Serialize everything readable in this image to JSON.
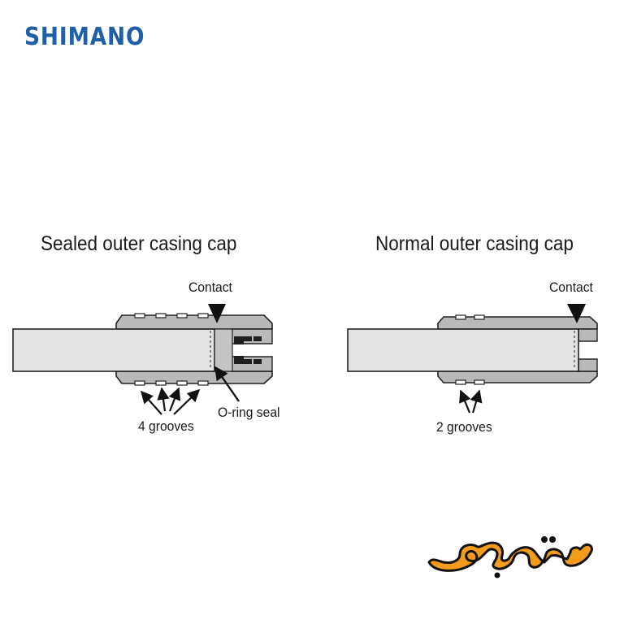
{
  "brand": {
    "name": "SHIMANO",
    "color": "#1f5fa8"
  },
  "panels": [
    {
      "title": "Sealed outer casing cap",
      "contact_label": "Contact",
      "grooves_label": "4 grooves",
      "seal_label": "O-ring seal",
      "groove_count": 4
    },
    {
      "title": "Normal outer casing cap",
      "contact_label": "Contact",
      "grooves_label": "2 grooves",
      "groove_count": 2
    }
  ],
  "store_logo": {
    "text": "دوچرخونه",
    "color": "#f29b1d"
  }
}
